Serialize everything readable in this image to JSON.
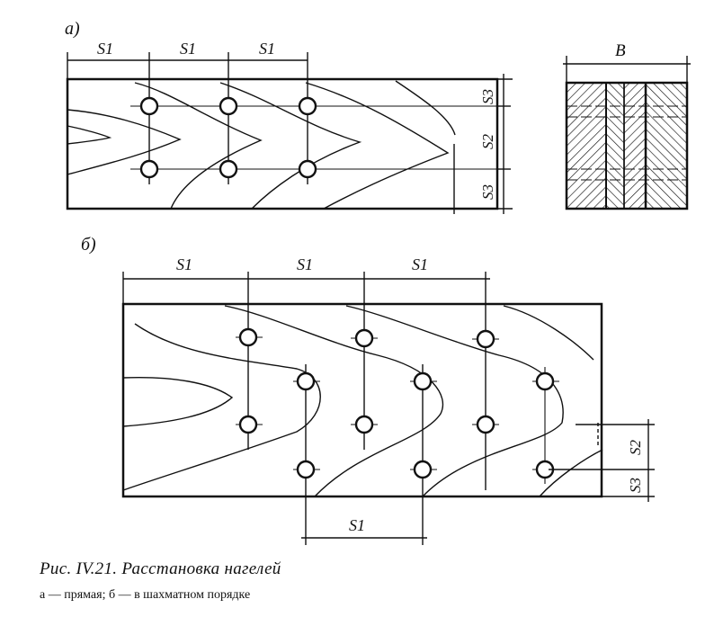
{
  "panels": {
    "a": {
      "label": "a)",
      "spacing_labels": [
        "S1",
        "S1",
        "S1"
      ],
      "edge_labels": [
        "S3",
        "S2",
        "S3"
      ],
      "section_label": "B"
    },
    "b": {
      "label": "б)",
      "spacing_labels": [
        "S1",
        "S1",
        "S1"
      ],
      "bottom_spacing_label": "S1",
      "edge_labels": [
        "S2",
        "S3"
      ]
    }
  },
  "caption": {
    "title": "Рис. IV.21. Расстановка нагелей",
    "legend": "а — прямая; б — в шахматном порядке"
  }
}
